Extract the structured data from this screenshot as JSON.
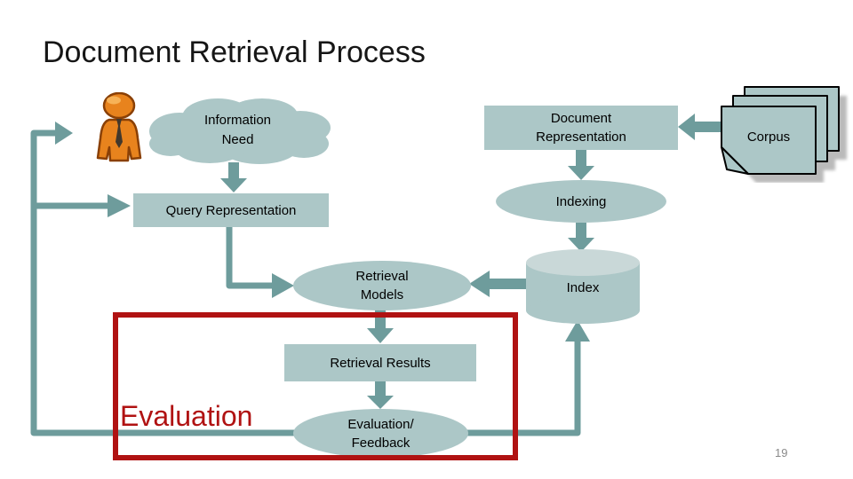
{
  "slide": {
    "title": "Document Retrieval Process",
    "page_number": "19"
  },
  "diagram": {
    "nodes": {
      "information_need": {
        "line1": "Information",
        "line2": "Need"
      },
      "document_representation": {
        "line1": "Document",
        "line2": "Representation"
      },
      "corpus": {
        "label": "Corpus"
      },
      "query_representation": {
        "label": "Query Representation"
      },
      "indexing": {
        "label": "Indexing"
      },
      "retrieval_models": {
        "line1": "Retrieval",
        "line2": "Models"
      },
      "index": {
        "label": "Index"
      },
      "retrieval_results": {
        "label": "Retrieval Results"
      },
      "evaluation_feedback": {
        "line1": "Evaluation/",
        "line2": "Feedback"
      }
    },
    "annotations": {
      "evaluation_label": "Evaluation"
    },
    "colors": {
      "shape_fill": "#ACC7C7",
      "cylinder_top": "#C9D8D8",
      "connector_teal": "#6E9C9C",
      "highlight_red": "#B01212",
      "person_orange": "#E8831D",
      "shadow_gray": "#A9A9A9",
      "title_text": "#161616",
      "page_number_gray": "#8A8A8A"
    },
    "icons": [
      "person-icon",
      "corpus-documents-icon",
      "index-cylinder-icon",
      "information-need-cloud"
    ]
  }
}
